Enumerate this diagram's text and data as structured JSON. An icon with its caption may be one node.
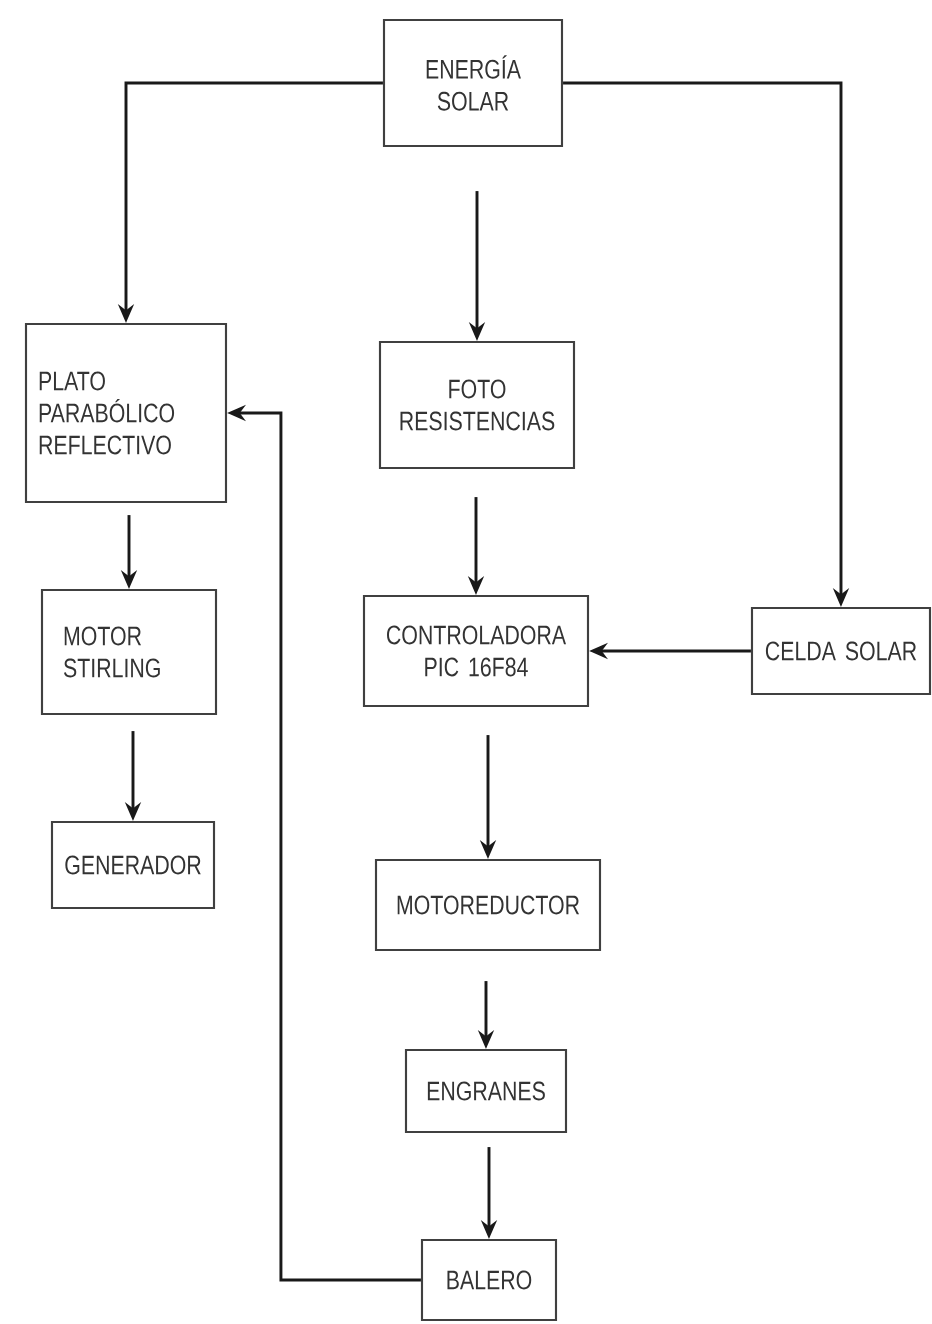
{
  "diagram": {
    "nodes": [
      {
        "text": [
          "ENERGÍA SOLAR"
        ]
      },
      {
        "text": [
          "PLATO PARABÓLICO REFLECTIVO"
        ]
      },
      {
        "text": [
          "FOTO RESISTENCIAS"
        ]
      },
      {
        "text": [
          "MOTOR STIRLING"
        ]
      },
      {
        "text": [
          "CONTROLADORA PIC 16F84"
        ]
      },
      {
        "text": [
          "CELDA SOLAR"
        ]
      },
      {
        "text": [
          "GENERADOR"
        ]
      },
      {
        "text": [
          "MOTOREDUCTOR"
        ]
      },
      {
        "text": [
          "ENGRANES"
        ]
      },
      {
        "text": [
          "BALERO"
        ]
      }
    ],
    "edges": [
      {
        "from": 0,
        "to": 1,
        "arrow": "to"
      },
      {
        "from": 0,
        "to": 2,
        "arrow": "to"
      },
      {
        "from": 0,
        "to": 5,
        "arrow": "to"
      },
      {
        "from": 1,
        "to": 3,
        "arrow": "to"
      },
      {
        "from": 2,
        "to": 4,
        "arrow": "to"
      },
      {
        "from": 5,
        "to": 4,
        "arrow": "to"
      },
      {
        "from": 3,
        "to": 6,
        "arrow": "to"
      },
      {
        "from": 4,
        "to": 7,
        "arrow": "to"
      },
      {
        "from": 7,
        "to": 8,
        "arrow": "to"
      },
      {
        "from": 8,
        "to": 9,
        "arrow": "to"
      },
      {
        "from": 9,
        "to": 1,
        "arrow": "to"
      }
    ]
  }
}
